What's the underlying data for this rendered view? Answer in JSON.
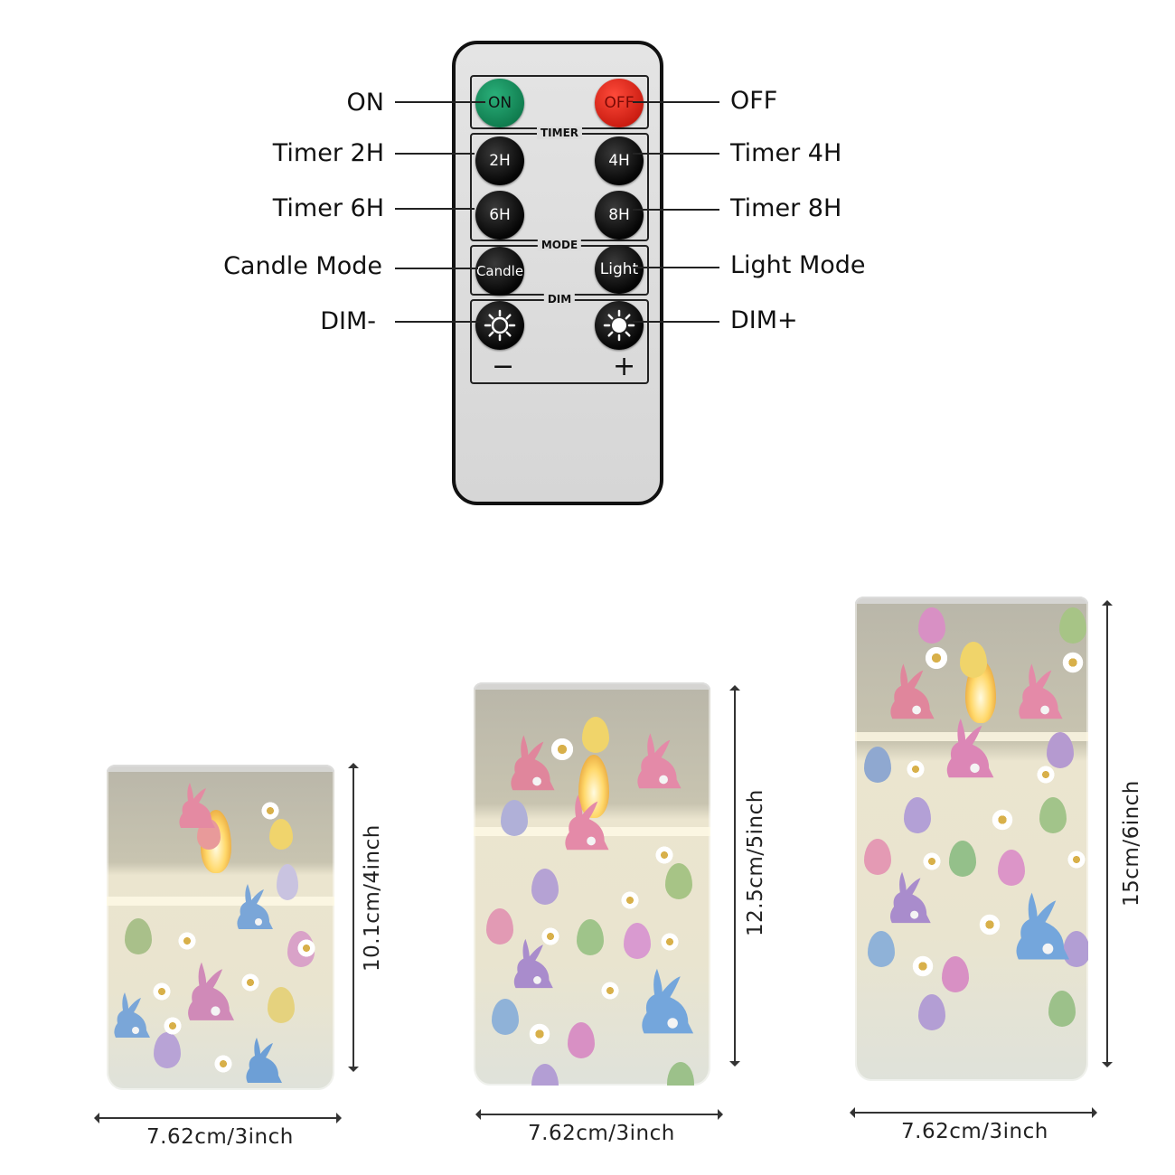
{
  "remote": {
    "buttons": {
      "on": "ON",
      "off": "OFF",
      "timer_2h": "2H",
      "timer_4h": "4H",
      "timer_6h": "6H",
      "timer_8h": "8H",
      "candle": "Candle",
      "light": "Light",
      "dim_minus_sign": "−",
      "dim_plus_sign": "+"
    },
    "groups": {
      "timer": "TIMER",
      "mode": "MODE",
      "dim": "DIM"
    },
    "colors": {
      "on_button": "#17935f",
      "off_button": "#e52a1c",
      "button": "#111111",
      "body": "#d9d9d9"
    }
  },
  "callouts": {
    "left": [
      "ON",
      "Timer 2H",
      "Timer 6H",
      "Candle Mode",
      "DIM-"
    ],
    "right": [
      "OFF",
      "Timer 4H",
      "Timer 8H",
      "Light Mode",
      "DIM+"
    ]
  },
  "candles": [
    {
      "size": "small",
      "width_label": "7.62cm/3inch",
      "height_label": "10.1cm/4inch"
    },
    {
      "size": "medium",
      "width_label": "7.62cm/3inch",
      "height_label": "12.5cm/5inch"
    },
    {
      "size": "large",
      "width_label": "7.62cm/3inch",
      "height_label": "15cm/6inch"
    }
  ]
}
